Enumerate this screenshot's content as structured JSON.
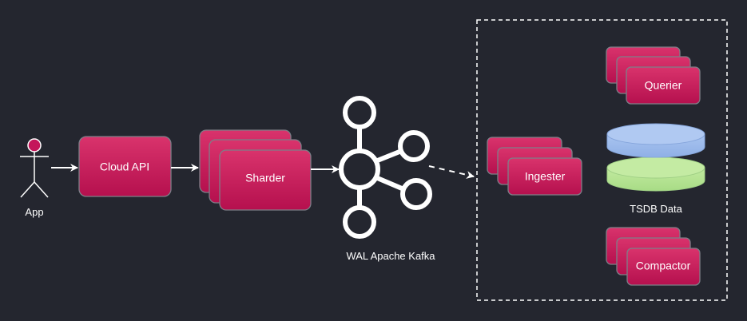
{
  "diagram": {
    "actor": {
      "label": "App",
      "icon": "stick-figure-icon"
    },
    "cloud_api": {
      "label": "Cloud API"
    },
    "sharder": {
      "label": "Sharder",
      "instances": 3
    },
    "kafka": {
      "label": "WAL Apache Kafka",
      "icon": "kafka-icon"
    },
    "storage_group": {
      "ingester": {
        "label": "Ingester",
        "instances": 3
      },
      "querier": {
        "label": "Querier",
        "instances": 3
      },
      "tsdb": {
        "label": "TSDB Data",
        "icon": "database-icon"
      },
      "compactor": {
        "label": "Compactor",
        "instances": 3
      }
    },
    "edges": [
      {
        "from": "App",
        "to": "Cloud API",
        "style": "solid"
      },
      {
        "from": "Cloud API",
        "to": "Sharder",
        "style": "solid"
      },
      {
        "from": "Sharder",
        "to": "WAL Apache Kafka",
        "style": "solid"
      },
      {
        "from": "WAL Apache Kafka",
        "to": "Storage group",
        "style": "dashed"
      }
    ],
    "colors": {
      "background": "#24262f",
      "card_top": "#d9336c",
      "card_bottom": "#b5104e",
      "card_border": "#7d7f88",
      "db_blue": "#a9c4f0",
      "db_green": "#b9e59a",
      "stroke": "#ffffff"
    }
  }
}
